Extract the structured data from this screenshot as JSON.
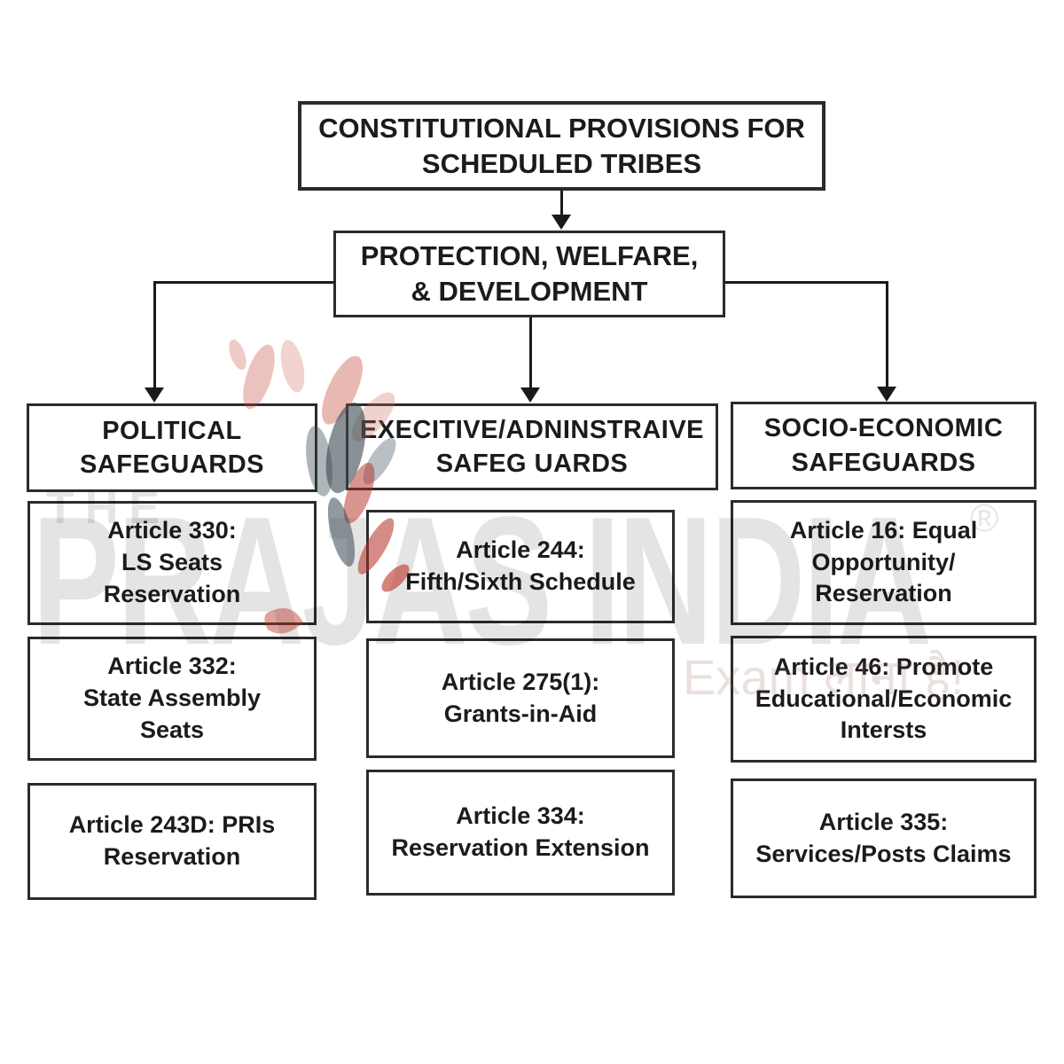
{
  "diagram": {
    "title": "CONSTITUTIONAL PROVISIONS FOR\nSCHEDULED TRIBES",
    "subtitle": "PROTECTION, WELFARE,\n& DEVELOPMENT",
    "columns": [
      {
        "header": "POLITICAL\nSAFEGUARDS",
        "items": [
          "Article 330:\nLS Seats\nReservation",
          "Article 332:\nState Assembly\nSeats",
          "Article 243D: PRIs\nReservation"
        ]
      },
      {
        "header": "EXECITIVE/ADNINSTRAIVE\nSAFEG UARDS",
        "items": [
          "Article 244:\nFifth/Sixth Schedule",
          "Article 275(1):\nGrants-in-Aid",
          "Article 334:\nReservation Extension"
        ]
      },
      {
        "header": "SOCIO-ECONOMIC\nSAFEGUARDS",
        "items": [
          "Article 16: Equal\nOpportunity/\nReservation",
          "Article 46: Promote\nEducational/Economic\nIntersts",
          "Article 335:\nServices/Posts Claims"
        ]
      }
    ]
  },
  "watermark": {
    "the": "THE",
    "brand": "PRAJAS INDIA",
    "registered": "®",
    "tagline": "Exam लाना है!",
    "brand_color": "#e4e4e4",
    "logo_red": "#c0564a",
    "logo_slate": "#54656c"
  }
}
